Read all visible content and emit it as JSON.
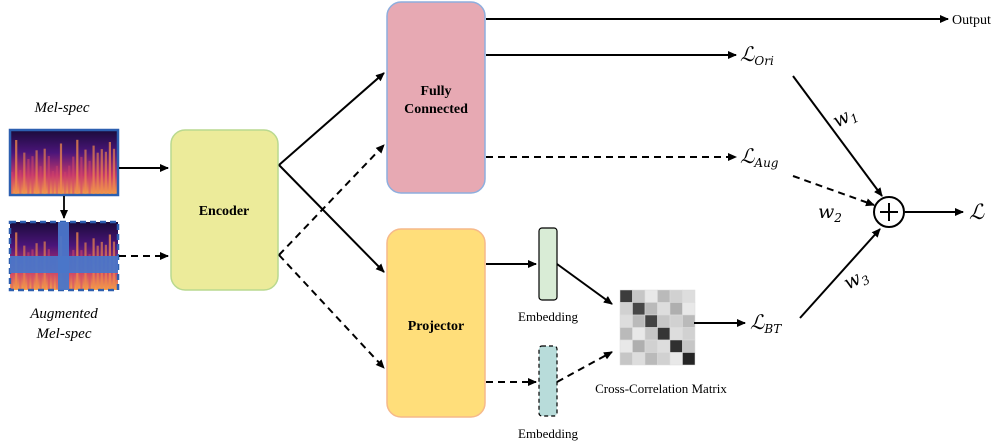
{
  "colors": {
    "encoder_fill": "#eceb9a",
    "encoder_stroke": "#b9d98f",
    "fc_fill": "#e7a9b3",
    "fc_stroke": "#8eaede",
    "projector_fill": "#ffde7a",
    "projector_stroke": "#f6b98a",
    "embed_top_fill": "#d9ecd6",
    "embed_bottom_fill": "#b8dcda",
    "spec_stroke": "#2c5fb0",
    "mask_band": "#4a76c9"
  },
  "inputs": {
    "original_label": "Mel-spec",
    "augmented_label_line1": "Augmented",
    "augmented_label_line2": "Mel-spec"
  },
  "blocks": {
    "encoder": "Encoder",
    "fc_line1": "Fully",
    "fc_line2": "Connected",
    "projector": "Projector"
  },
  "embedding_top_label": "Embedding",
  "embedding_bottom_label": "Embedding",
  "matrix_label": "Cross-Correlation Matrix",
  "output_label": "Output",
  "losses": {
    "ori_main": "ℒ",
    "ori_sub": "Ori",
    "aug_main": "ℒ",
    "aug_sub": "Aug",
    "bt_main": "ℒ",
    "bt_sub": "BT",
    "total": "ℒ"
  },
  "weights": {
    "w1_main": "w",
    "w1_sub": "1",
    "w2_main": "w",
    "w2_sub": "2",
    "w3_main": "w",
    "w3_sub": "3"
  },
  "sum_icon": "plus-circle-icon",
  "matrix_cells": [
    [
      0.85,
      0.25,
      0.1,
      0.3,
      0.2,
      0.15
    ],
    [
      0.2,
      0.8,
      0.3,
      0.15,
      0.35,
      0.1
    ],
    [
      0.15,
      0.3,
      0.82,
      0.25,
      0.2,
      0.3
    ],
    [
      0.3,
      0.1,
      0.25,
      0.88,
      0.15,
      0.2
    ],
    [
      0.1,
      0.35,
      0.2,
      0.15,
      0.9,
      0.25
    ],
    [
      0.25,
      0.15,
      0.3,
      0.2,
      0.1,
      0.95
    ]
  ]
}
